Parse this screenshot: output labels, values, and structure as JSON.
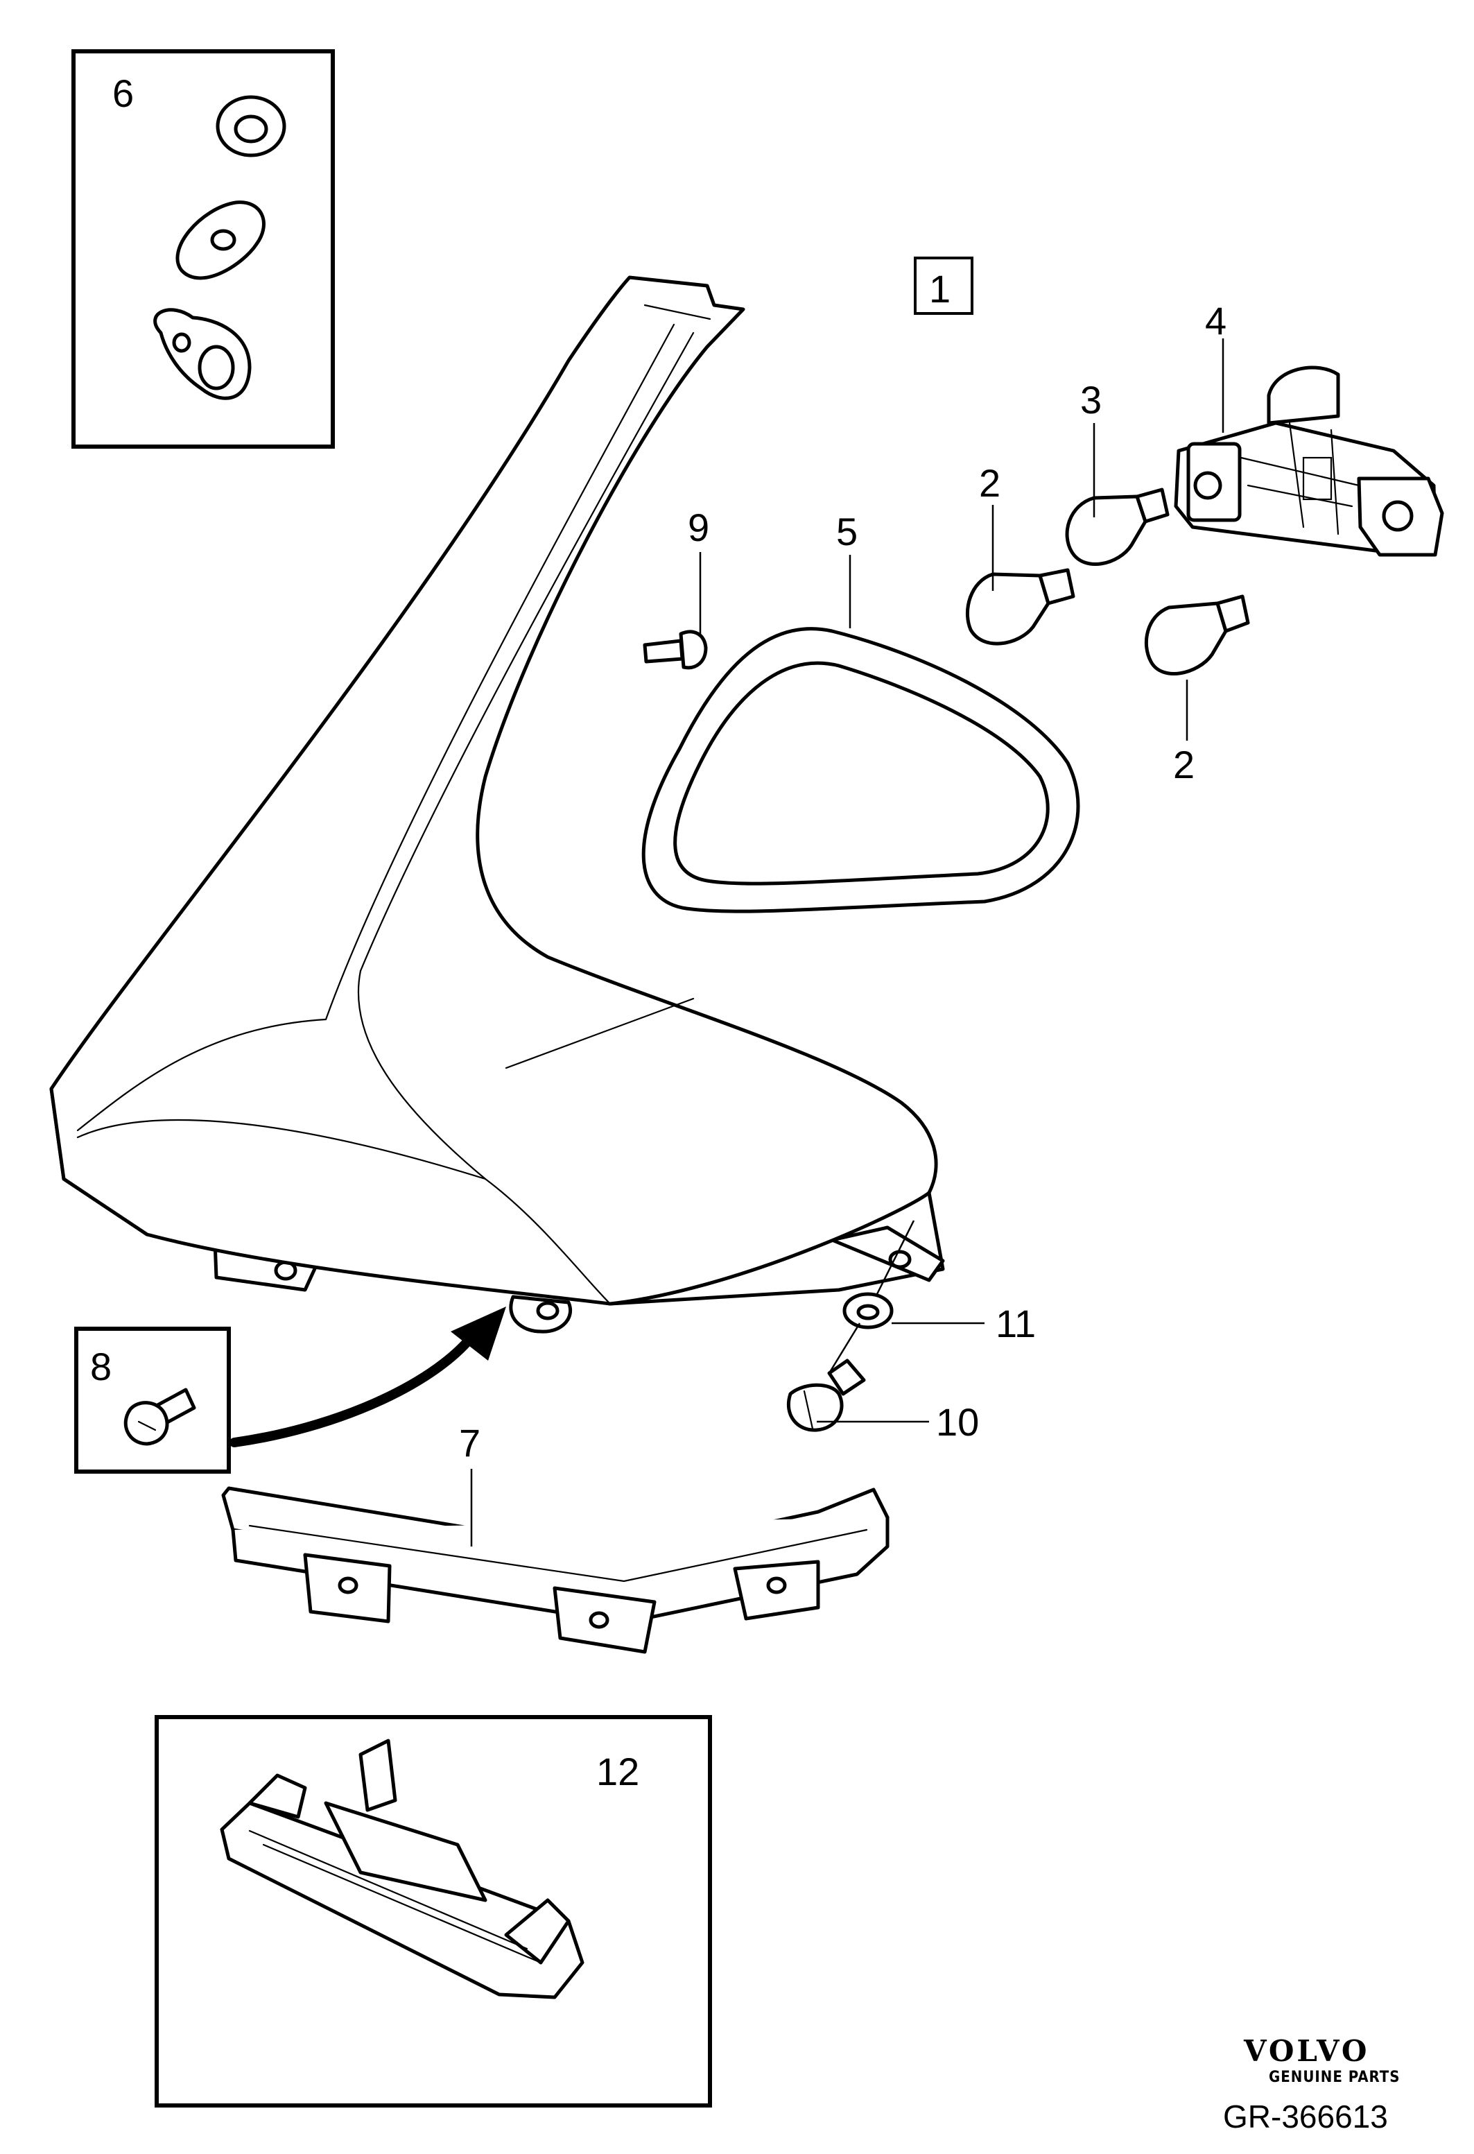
{
  "callouts": {
    "assembly": "1",
    "bulb_left": "2",
    "bulb_right": "2",
    "bulb_top": "3",
    "holder": "4",
    "gasket": "5",
    "washers": "6",
    "trim": "7",
    "screw_box": "8",
    "screw_top": "9",
    "bolt": "10",
    "washer": "11",
    "plate_lamp": "12"
  },
  "branding": {
    "logo_text": "VOLVO",
    "logo_sub": "GENUINE PARTS",
    "reference": "GR-366613"
  }
}
